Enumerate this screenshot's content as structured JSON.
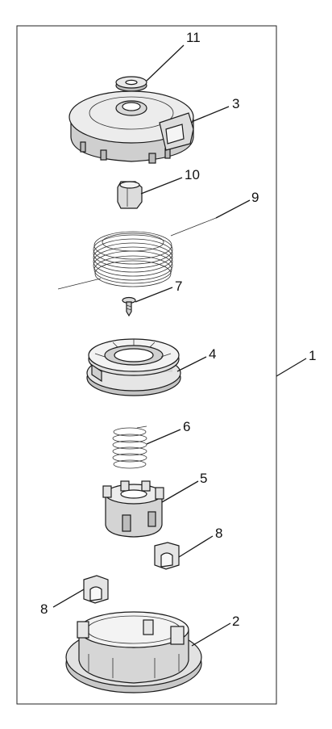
{
  "labels": {
    "p1": "1",
    "p2": "2",
    "p3": "3",
    "p4": "4",
    "p5": "5",
    "p6": "6",
    "p7": "7",
    "p8a": "8",
    "p8b": "8",
    "p9": "9",
    "p10": "10",
    "p11": "11"
  }
}
